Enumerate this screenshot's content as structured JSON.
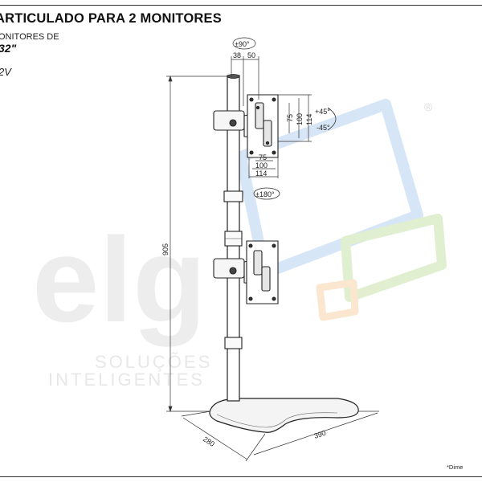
{
  "header": {
    "title": "ARTICULADO PARA 2 MONITORES",
    "subtitle": "ONITORES DE",
    "size": "32\"",
    "voltage": "2V"
  },
  "watermark": {
    "logo_text": "elg",
    "line1": "SOLUÇÕES",
    "line2": "INTELIGENTES",
    "registered": "®",
    "colors": {
      "blue": "#cfe0f4",
      "green": "#dceecb",
      "orange": "#fbe2c8",
      "gray": "#eeeeee"
    }
  },
  "dimensions": {
    "tilt_side": "±90°",
    "d38": "38",
    "d50": "50",
    "plus45": "+45°",
    "minus45": "-45°",
    "v75": "75",
    "v100": "100",
    "v114": "114",
    "h75": "75",
    "h100": "100",
    "h114": "114",
    "rot180": "±180°",
    "height": "905",
    "depth": "280",
    "width": "390"
  },
  "footer": {
    "note": "*Dime"
  }
}
